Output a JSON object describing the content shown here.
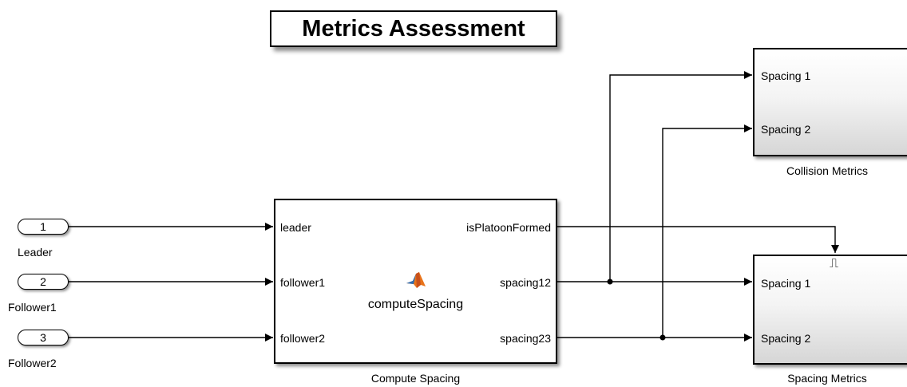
{
  "title": "Metrics Assessment",
  "inports": [
    {
      "number": "1",
      "label": "Leader"
    },
    {
      "number": "2",
      "label": "Follower1"
    },
    {
      "number": "3",
      "label": "Follower2"
    }
  ],
  "compute_block": {
    "caption": "Compute Spacing",
    "function_name": "computeSpacing",
    "inputs": [
      "leader",
      "follower1",
      "follower2"
    ],
    "outputs": [
      "isPlatoonFormed",
      "spacing12",
      "spacing23"
    ]
  },
  "collision_block": {
    "caption": "Collision Metrics",
    "inputs": [
      "Spacing 1",
      "Spacing 2"
    ]
  },
  "spacing_block": {
    "caption": "Spacing Metrics",
    "inputs": [
      "Spacing 1",
      "Spacing 2"
    ],
    "trigger_symbol": "⎍"
  },
  "colors": {
    "wire": "#000000",
    "matlab_icon_orange": "#e8731a",
    "matlab_icon_blue": "#2d6eb5"
  }
}
